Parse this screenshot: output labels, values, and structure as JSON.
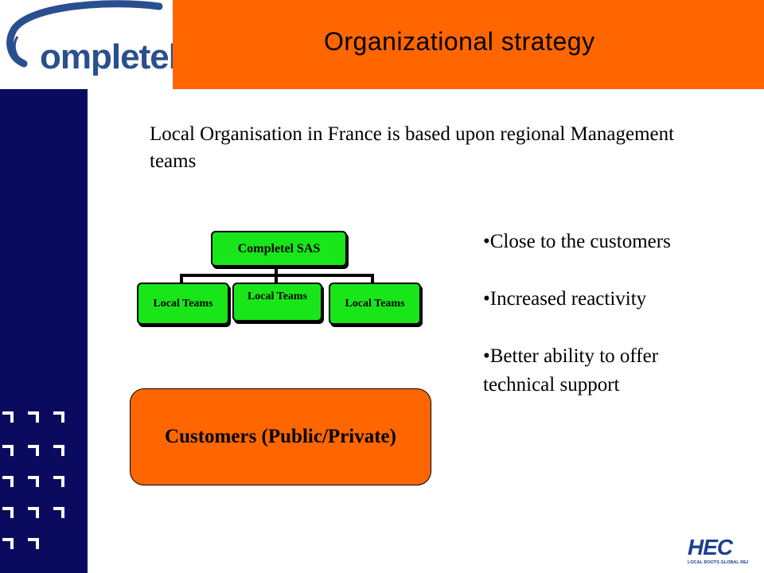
{
  "header": {
    "title": "Organizational strategy"
  },
  "logo": {
    "brand_text": "completel"
  },
  "intro": {
    "text": "Local Organisation in France is based upon regional Management teams"
  },
  "org_chart": {
    "root": "Completel SAS",
    "children": [
      "Local Teams",
      "Local Teams",
      "Local Teams"
    ]
  },
  "bullets": [
    "•Close to the customers",
    "•Increased reactivity",
    "•Better ability to offer technical support"
  ],
  "customers": {
    "label": "Customers (Public/Private)"
  },
  "footer_logo": {
    "brand": "HEC",
    "tagline": "LOCAL ROOTS  GLOBAL REACH"
  },
  "colors": {
    "orange": "#ff6600",
    "navy": "#0a0a5e",
    "green": "#19e619",
    "logo_blue": "#2a4f8f"
  }
}
